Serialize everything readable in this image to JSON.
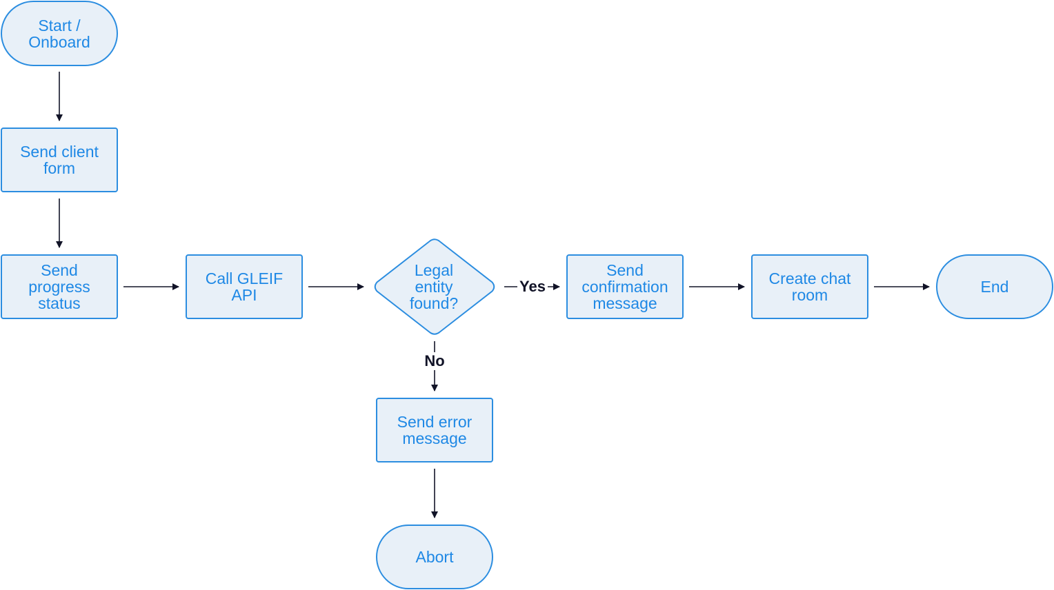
{
  "diagram": {
    "nodes": {
      "start": "Start /\nOnboard",
      "send_client_form": "Send client\nform",
      "send_progress_status": "Send\nprogress\nstatus",
      "call_gleif_api": "Call GLEIF\nAPI",
      "decision": "Legal\nentity\nfound?",
      "send_confirmation_message": "Send\nconfirmation\nmessage",
      "create_chat_room": "Create chat\nroom",
      "end": "End",
      "send_error_message": "Send error\nmessage",
      "abort": "Abort"
    },
    "edge_labels": {
      "yes": "Yes",
      "no": "No"
    },
    "colors": {
      "node_fill": "#e8f0f8",
      "node_border": "#2b8de0",
      "node_text": "#1e88e5",
      "edge": "#111327"
    }
  }
}
